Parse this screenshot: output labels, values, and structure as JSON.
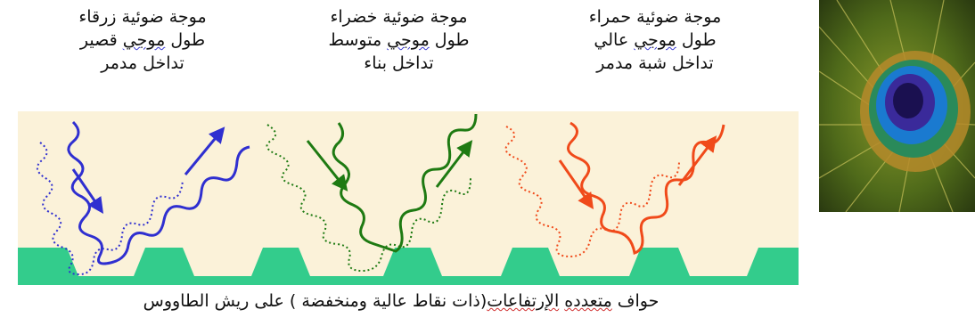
{
  "columns": [
    {
      "title": "موجة ضوئية زرقاء",
      "wavelength_a": "طول",
      "wavelength_b": "موجي",
      "wavelength_c": "قصير",
      "interference": "تداخل مدمر",
      "color": "#2f2fd0"
    },
    {
      "title": "موجة ضوئية خضراء",
      "wavelength_a": "طول",
      "wavelength_b": "موجي",
      "wavelength_c": "متوسط",
      "interference": "تداخل بناء",
      "color": "#1e7a12"
    },
    {
      "title": "موجة ضوئية حمراء",
      "wavelength_a": "طول",
      "wavelength_b": "موجي",
      "wavelength_c": "عالي",
      "interference": "تداخل شبة مدمر",
      "color": "#f04a1a"
    }
  ],
  "caption": {
    "part1": "حواف",
    "part2": "متعدده",
    "part3": "الإرتفاعات",
    "part4": "(ذات نقاط عالية ومنخفضة ) على ريش الطاووس"
  },
  "colors": {
    "panel": "#fbf2d9",
    "ridge": "#33cc8c",
    "blue": "#2f2fd0",
    "green": "#1e7a12",
    "red": "#f04a1a"
  },
  "icons": {
    "feather": "peacock-feather-image"
  }
}
